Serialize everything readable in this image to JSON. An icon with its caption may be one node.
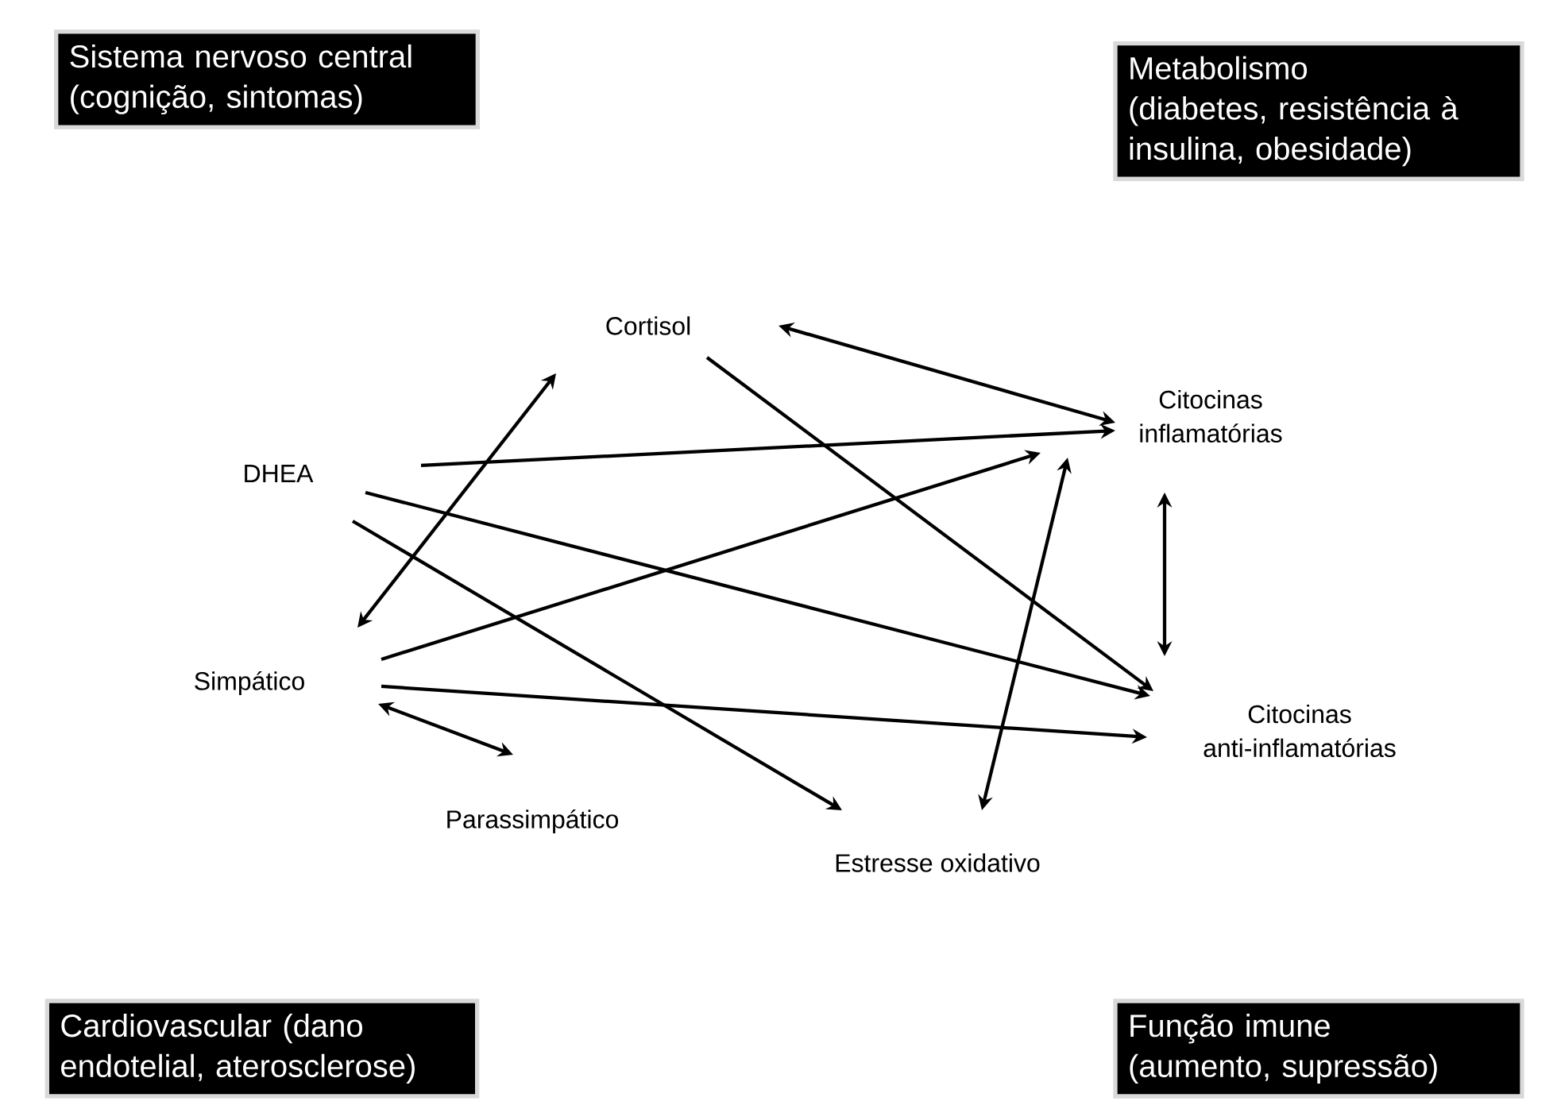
{
  "diagram": {
    "nodes": [
      {
        "text": [
          "Sistema nervoso central",
          "(cognição, sintomas)"
        ]
      },
      {
        "text": [
          "Metabolismo",
          "(diabetes, resistência à insulina, obesidade)"
        ]
      },
      {
        "text": [
          "Cortisol"
        ]
      },
      {
        "text": [
          "Citocinas inflamatórias"
        ]
      },
      {
        "text": [
          "DHEA"
        ]
      },
      {
        "text": [
          "Simpático"
        ]
      },
      {
        "text": [
          "Citocinas anti-inflamatórias"
        ]
      },
      {
        "text": [
          "Parassimpático"
        ]
      },
      {
        "text": [
          "Estresse oxidativo"
        ]
      },
      {
        "text": [
          "Cardiovascular (dano endotelial, aterosclerose)"
        ]
      },
      {
        "text": [
          "Função imune",
          "(aumento, supressão)"
        ]
      }
    ],
    "edges": [
      {
        "from": 2,
        "to": 5,
        "arrow": "both"
      },
      {
        "from": 2,
        "to": 3,
        "arrow": "both"
      },
      {
        "from": 2,
        "to": 6,
        "arrow": "to"
      },
      {
        "from": 4,
        "to": 3,
        "arrow": "to"
      },
      {
        "from": 4,
        "to": 6,
        "arrow": "to"
      },
      {
        "from": 4,
        "to": 8,
        "arrow": "to"
      },
      {
        "from": 5,
        "to": 3,
        "arrow": "to"
      },
      {
        "from": 5,
        "to": 6,
        "arrow": "to"
      },
      {
        "from": 5,
        "to": 7,
        "arrow": "both"
      },
      {
        "from": 8,
        "to": 3,
        "arrow": "both"
      },
      {
        "from": 3,
        "to": 6,
        "arrow": "both"
      }
    ]
  }
}
